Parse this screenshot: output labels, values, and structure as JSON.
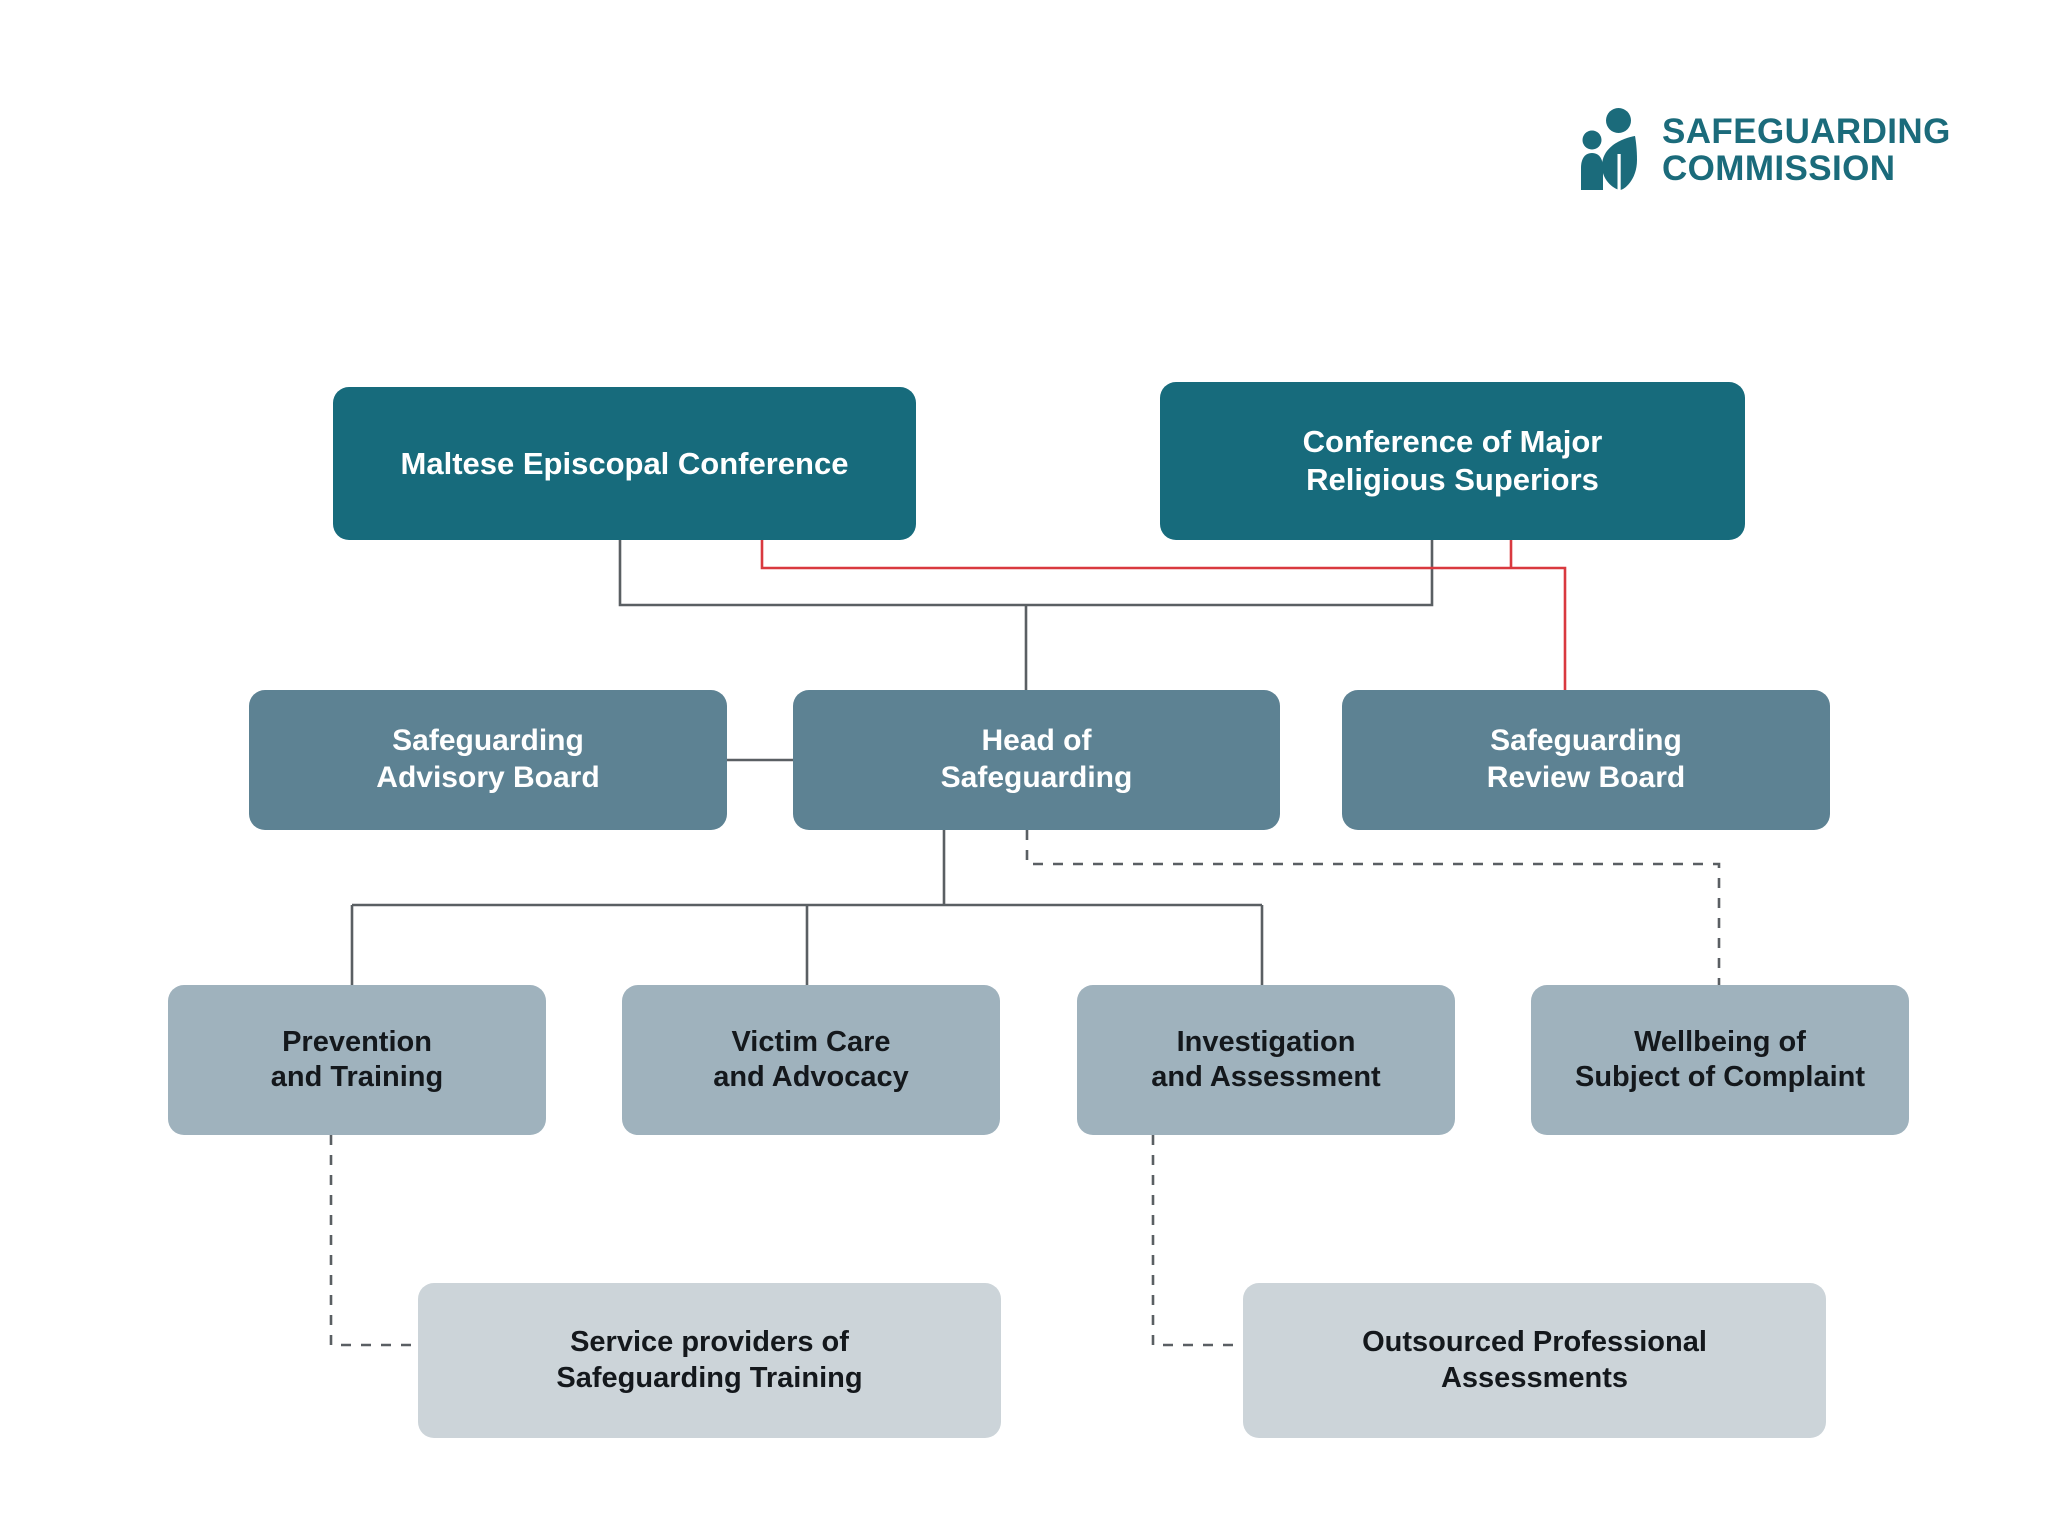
{
  "logo": {
    "name": "safeguarding-commission-logo",
    "text": "SAFEGUARDING\nCOMMISSION",
    "color": "#1b6b7b"
  },
  "colors": {
    "background": "#ffffff",
    "tier_top": "#176b7c",
    "tier_mid": "#5d8293",
    "tier_unit": "#9fb2bd",
    "tier_external": "#ccd4d9",
    "connector_solid": "#5a5f63",
    "connector_red": "#d9393f",
    "connector_dashed": "#5a5f63",
    "text_light": "#ffffff",
    "text_dark": "#14181c"
  },
  "chart_data": {
    "type": "diagram",
    "title": "Safeguarding Commission organisational structure",
    "nodes": [
      {
        "id": "maltese-episcopal-conference",
        "label": "Maltese Episcopal Conference",
        "tier": "governing-body"
      },
      {
        "id": "conference-of-major-religious-superiors",
        "label": "Conference of Major\nReligious Superiors",
        "tier": "governing-body"
      },
      {
        "id": "safeguarding-advisory-board",
        "label": "Safeguarding\nAdvisory Board",
        "tier": "board"
      },
      {
        "id": "head-of-safeguarding",
        "label": "Head of\nSafeguarding",
        "tier": "board"
      },
      {
        "id": "safeguarding-review-board",
        "label": "Safeguarding\nReview Board",
        "tier": "board"
      },
      {
        "id": "prevention-and-training",
        "label": "Prevention\nand Training",
        "tier": "unit"
      },
      {
        "id": "victim-care-and-advocacy",
        "label": "Victim Care\nand Advocacy",
        "tier": "unit"
      },
      {
        "id": "investigation-and-assessment",
        "label": "Investigation\nand Assessment",
        "tier": "unit"
      },
      {
        "id": "wellbeing-of-subject-of-complaint",
        "label": "Wellbeing of\nSubject of Complaint",
        "tier": "unit"
      },
      {
        "id": "service-providers-of-safeguarding-training",
        "label": "Service providers of\nSafeguarding Training",
        "tier": "external"
      },
      {
        "id": "outsourced-professional-assessments",
        "label": "Outsourced Professional\nAssessments",
        "tier": "external"
      }
    ],
    "edges": [
      {
        "from": "maltese-episcopal-conference",
        "to": "head-of-safeguarding",
        "style": "solid",
        "color": "#5a5f63"
      },
      {
        "from": "conference-of-major-religious-superiors",
        "to": "head-of-safeguarding",
        "style": "solid",
        "color": "#5a5f63"
      },
      {
        "from": "maltese-episcopal-conference",
        "to": "safeguarding-review-board",
        "style": "solid",
        "color": "#d9393f"
      },
      {
        "from": "conference-of-major-religious-superiors",
        "to": "safeguarding-review-board",
        "style": "solid",
        "color": "#d9393f"
      },
      {
        "from": "safeguarding-advisory-board",
        "to": "head-of-safeguarding",
        "style": "solid",
        "color": "#5a5f63"
      },
      {
        "from": "head-of-safeguarding",
        "to": "prevention-and-training",
        "style": "solid",
        "color": "#5a5f63"
      },
      {
        "from": "head-of-safeguarding",
        "to": "victim-care-and-advocacy",
        "style": "solid",
        "color": "#5a5f63"
      },
      {
        "from": "head-of-safeguarding",
        "to": "investigation-and-assessment",
        "style": "solid",
        "color": "#5a5f63"
      },
      {
        "from": "head-of-safeguarding",
        "to": "wellbeing-of-subject-of-complaint",
        "style": "dashed",
        "color": "#5a5f63"
      },
      {
        "from": "prevention-and-training",
        "to": "service-providers-of-safeguarding-training",
        "style": "dashed",
        "color": "#5a5f63"
      },
      {
        "from": "investigation-and-assessment",
        "to": "outsourced-professional-assessments",
        "style": "dashed",
        "color": "#5a5f63"
      }
    ]
  },
  "nodes": {
    "maltese_episcopal_conference": "Maltese Episcopal Conference",
    "conference_major_religious_superiors": "Conference of Major\nReligious Superiors",
    "safeguarding_advisory_board": "Safeguarding\nAdvisory Board",
    "head_of_safeguarding": "Head of\nSafeguarding",
    "safeguarding_review_board": "Safeguarding\nReview Board",
    "prevention_and_training": "Prevention\nand Training",
    "victim_care_and_advocacy": "Victim Care\nand Advocacy",
    "investigation_and_assessment": "Investigation\nand Assessment",
    "wellbeing_subject_of_complaint": "Wellbeing of\nSubject of Complaint",
    "service_providers_safeguarding_training": "Service providers of\nSafeguarding Training",
    "outsourced_professional_assessments": "Outsourced Professional\nAssessments"
  }
}
